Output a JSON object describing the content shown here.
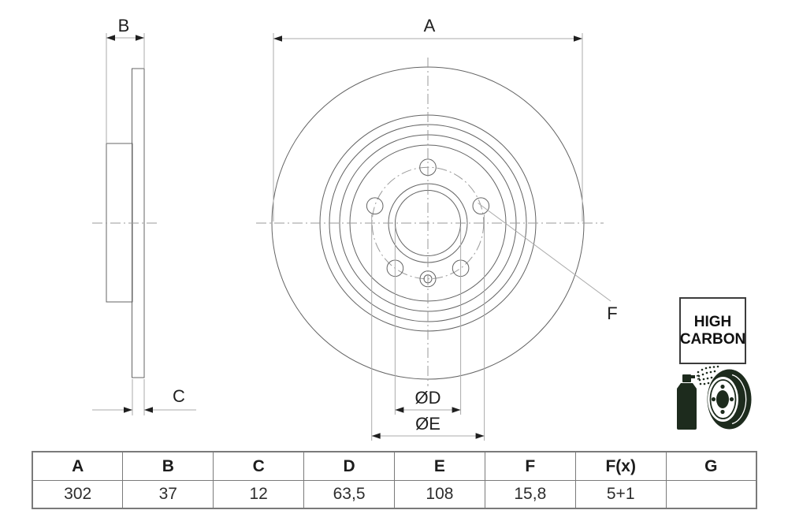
{
  "drawing": {
    "dim_labels": {
      "A": "A",
      "B": "B",
      "C": "C",
      "F": "F",
      "D": "ØD",
      "E": "ØE"
    }
  },
  "badge": {
    "line1": "HIGH",
    "line2": "CARBON"
  },
  "icons": {
    "bottom_right": "spray-can-and-brake-disc"
  },
  "table": {
    "headers": [
      "A",
      "B",
      "C",
      "D",
      "E",
      "F",
      "F(x)",
      "G"
    ],
    "values": [
      "302",
      "37",
      "12",
      "63,5",
      "108",
      "15,8",
      "5+1",
      ""
    ]
  },
  "colors": {
    "line": "#646464",
    "centerline": "#9a9a9a",
    "dim": "#ababab",
    "ink": "#1f1f1f",
    "table-border": "#7a7a7a",
    "icon": "#1d2b1d"
  }
}
